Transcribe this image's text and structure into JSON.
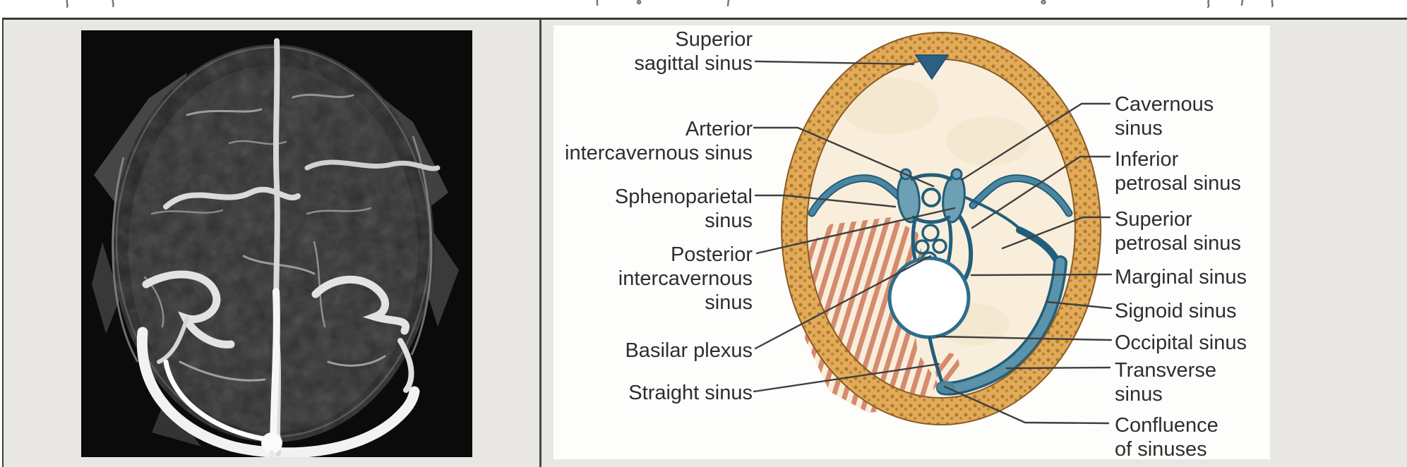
{
  "theme": {
    "page-bg": "#ffffff",
    "panel-bg": "#e8e7e4",
    "border": "#3a3a3a",
    "diagram-bg": "#fdfdfc",
    "ink": "#2e2e2e",
    "leader": "#3f3f3f",
    "bone": "#e2ab58",
    "bone-dot": "#b17a33",
    "bone-edge": "#8a5c24",
    "cream": "#f8eedb",
    "sinus-blue": "#4a86a0",
    "sinus-blue-dark": "#215e7c",
    "sinus-blue-mid": "#5b93ab",
    "hatch-red": "#cf7a5c",
    "scan-bg": "#0b0b0b"
  },
  "figure": {
    "diagram": {
      "labels_left": [
        {
          "text": "Superior\nsagittal sinus"
        },
        {
          "text": "Arterior\nintercavernous sinus"
        },
        {
          "text": "Sphenoparietal\nsinus"
        },
        {
          "text": "Posterior\nintercavernous\nsinus"
        },
        {
          "text": "Basilar plexus"
        },
        {
          "text": "Straight sinus"
        }
      ],
      "labels_right": [
        {
          "text": "Cavernous\nsinus"
        },
        {
          "text": "Inferior\npetrosal sinus"
        },
        {
          "text": "Superior\npetrosal sinus"
        },
        {
          "text": "Marginal sinus"
        },
        {
          "text": "Signoid sinus"
        },
        {
          "text": "Occipital sinus"
        },
        {
          "text": "Transverse\nsinus"
        },
        {
          "text": "Confluence\nof sinuses"
        }
      ]
    }
  }
}
